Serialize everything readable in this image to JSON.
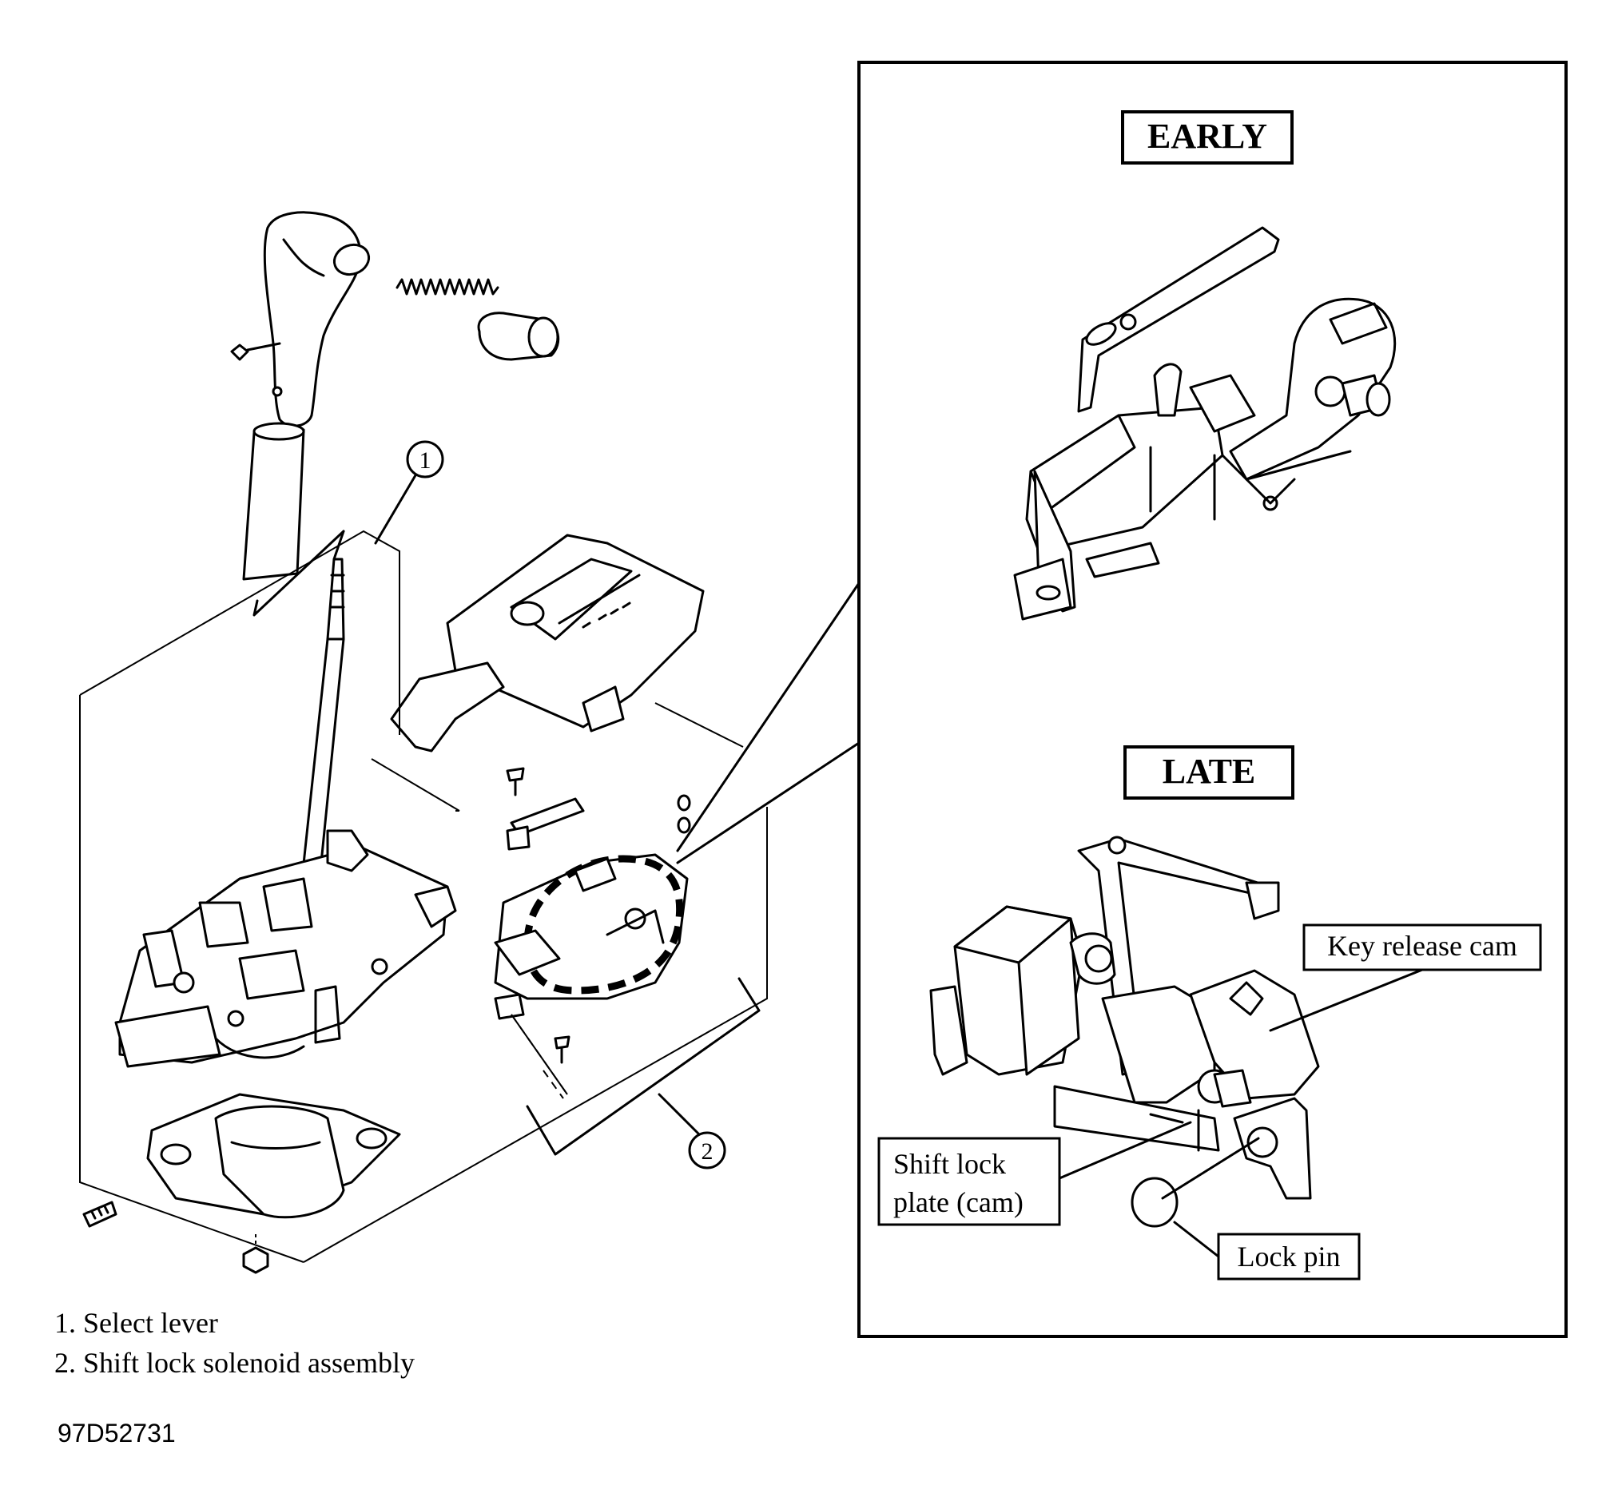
{
  "diagram": {
    "callouts": {
      "one": "1",
      "two": "2"
    },
    "inset": {
      "early_title": "EARLY",
      "late_title": "LATE",
      "labels": {
        "key_release_cam": "Key release cam",
        "shift_lock_plate_line1": "Shift lock",
        "shift_lock_plate_line2": "plate (cam)",
        "lock_pin": "Lock pin"
      }
    },
    "legend": [
      "1. Select lever",
      "2. Shift lock solenoid assembly"
    ],
    "figure_code": "97D52731"
  }
}
